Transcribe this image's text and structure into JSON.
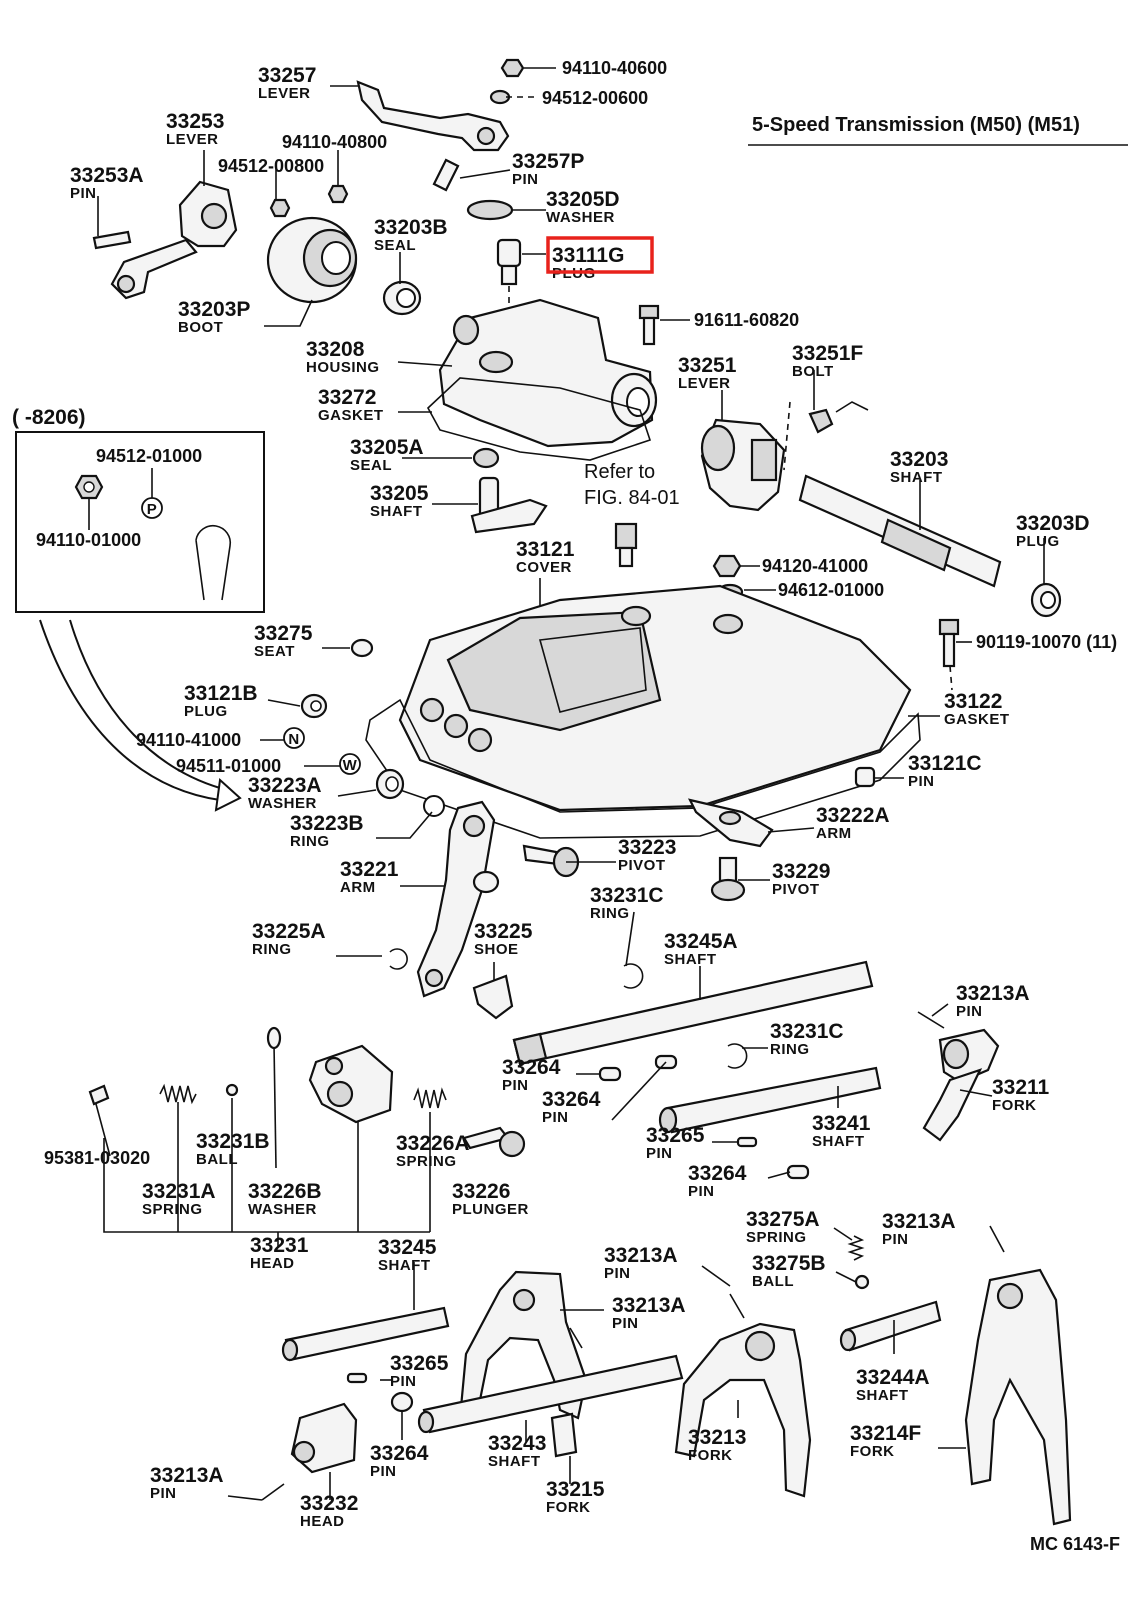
{
  "title": "5-Speed Transmission (M50) (M51)",
  "figure_code": "MC 6143-F",
  "inset_label": "(      -8206)",
  "refer_note": {
    "line1": "Refer to",
    "line2": "FIG. 84-01"
  },
  "highlight_color": "#e8221c",
  "parts": [
    {
      "id": "p33257",
      "num": "33257",
      "name": "LEVER"
    },
    {
      "id": "p33253",
      "num": "33253",
      "name": "LEVER"
    },
    {
      "id": "p33253A",
      "num": "33253A",
      "name": "PIN"
    },
    {
      "id": "p33203P",
      "num": "33203P",
      "name": "BOOT"
    },
    {
      "id": "p33257P",
      "num": "33257P",
      "name": "PIN"
    },
    {
      "id": "p33205D",
      "num": "33205D",
      "name": "WASHER"
    },
    {
      "id": "p33203B",
      "num": "33203B",
      "name": "SEAL"
    },
    {
      "id": "p33111G",
      "num": "33111G",
      "name": "PLUG"
    },
    {
      "id": "p33208",
      "num": "33208",
      "name": "HOUSING"
    },
    {
      "id": "p33272",
      "num": "33272",
      "name": "GASKET"
    },
    {
      "id": "p33251",
      "num": "33251",
      "name": "LEVER"
    },
    {
      "id": "p33251F",
      "num": "33251F",
      "name": "BOLT"
    },
    {
      "id": "p33205A",
      "num": "33205A",
      "name": "SEAL"
    },
    {
      "id": "p33205",
      "num": "33205",
      "name": "SHAFT"
    },
    {
      "id": "p33203",
      "num": "33203",
      "name": "SHAFT"
    },
    {
      "id": "p33203D",
      "num": "33203D",
      "name": "PLUG"
    },
    {
      "id": "p33121",
      "num": "33121",
      "name": "COVER"
    },
    {
      "id": "p33275",
      "num": "33275",
      "name": "SEAT"
    },
    {
      "id": "p33121B",
      "num": "33121B",
      "name": "PLUG"
    },
    {
      "id": "p33122",
      "num": "33122",
      "name": "GASKET"
    },
    {
      "id": "p33223A",
      "num": "33223A",
      "name": "WASHER"
    },
    {
      "id": "p33121C",
      "num": "33121C",
      "name": "PIN"
    },
    {
      "id": "p33223B",
      "num": "33223B",
      "name": "RING"
    },
    {
      "id": "p33222A",
      "num": "33222A",
      "name": "ARM"
    },
    {
      "id": "p33223",
      "num": "33223",
      "name": "PIVOT"
    },
    {
      "id": "p33221",
      "num": "33221",
      "name": "ARM"
    },
    {
      "id": "p33229",
      "num": "33229",
      "name": "PIVOT"
    },
    {
      "id": "p33231C_1",
      "num": "33231C",
      "name": "RING"
    },
    {
      "id": "p33225A",
      "num": "33225A",
      "name": "RING"
    },
    {
      "id": "p33225",
      "num": "33225",
      "name": "SHOE"
    },
    {
      "id": "p33245A",
      "num": "33245A",
      "name": "SHAFT"
    },
    {
      "id": "p33213A_1",
      "num": "33213A",
      "name": "PIN"
    },
    {
      "id": "p33231C_2",
      "num": "33231C",
      "name": "RING"
    },
    {
      "id": "p33264_1",
      "num": "33264",
      "name": "PIN"
    },
    {
      "id": "p33211",
      "num": "33211",
      "name": "FORK"
    },
    {
      "id": "p33264_2",
      "num": "33264",
      "name": "PIN"
    },
    {
      "id": "p33231B",
      "num": "33231B",
      "name": "BALL"
    },
    {
      "id": "p33226A",
      "num": "33226A",
      "name": "SPRING"
    },
    {
      "id": "p33265_1",
      "num": "33265",
      "name": "PIN"
    },
    {
      "id": "p33241",
      "num": "33241",
      "name": "SHAFT"
    },
    {
      "id": "p33264_3",
      "num": "33264",
      "name": "PIN"
    },
    {
      "id": "p33231A",
      "num": "33231A",
      "name": "SPRING"
    },
    {
      "id": "p33226B",
      "num": "33226B",
      "name": "WASHER"
    },
    {
      "id": "p33226",
      "num": "33226",
      "name": "PLUNGER"
    },
    {
      "id": "p33275A",
      "num": "33275A",
      "name": "SPRING"
    },
    {
      "id": "p33213A_2",
      "num": "33213A",
      "name": "PIN"
    },
    {
      "id": "p33231",
      "num": "33231",
      "name": "HEAD"
    },
    {
      "id": "p33245",
      "num": "33245",
      "name": "SHAFT"
    },
    {
      "id": "p33213A_3",
      "num": "33213A",
      "name": "PIN"
    },
    {
      "id": "p33275B",
      "num": "33275B",
      "name": "BALL"
    },
    {
      "id": "p33213A_4",
      "num": "33213A",
      "name": "PIN"
    },
    {
      "id": "p33265_2",
      "num": "33265",
      "name": "PIN"
    },
    {
      "id": "p33244A",
      "num": "33244A",
      "name": "SHAFT"
    },
    {
      "id": "p33264_4",
      "num": "33264",
      "name": "PIN"
    },
    {
      "id": "p33243",
      "num": "33243",
      "name": "SHAFT"
    },
    {
      "id": "p33213",
      "num": "33213",
      "name": "FORK"
    },
    {
      "id": "p33214F",
      "num": "33214F",
      "name": "FORK"
    },
    {
      "id": "p33213A_5",
      "num": "33213A",
      "name": "PIN"
    },
    {
      "id": "p33232",
      "num": "33232",
      "name": "HEAD"
    },
    {
      "id": "p33215",
      "num": "33215",
      "name": "FORK"
    }
  ],
  "std_parts": [
    {
      "id": "s1",
      "text": "94110-40600"
    },
    {
      "id": "s2",
      "text": "94512-00600"
    },
    {
      "id": "s3",
      "text": "94110-40800"
    },
    {
      "id": "s4",
      "text": "94512-00800"
    },
    {
      "id": "s5",
      "text": "91611-60820"
    },
    {
      "id": "s6",
      "text": "94512-01000"
    },
    {
      "id": "s7",
      "text": "94110-01000"
    },
    {
      "id": "s8",
      "text": "94120-41000"
    },
    {
      "id": "s9",
      "text": "94612-01000"
    },
    {
      "id": "s10",
      "text": "90119-10070 (11)"
    },
    {
      "id": "s11",
      "text": "94110-41000"
    },
    {
      "id": "s12",
      "text": "94511-01000"
    },
    {
      "id": "s13",
      "text": "95381-03020"
    }
  ],
  "markers": {
    "nut": "N",
    "washer": "W",
    "plain_washer": "P"
  }
}
